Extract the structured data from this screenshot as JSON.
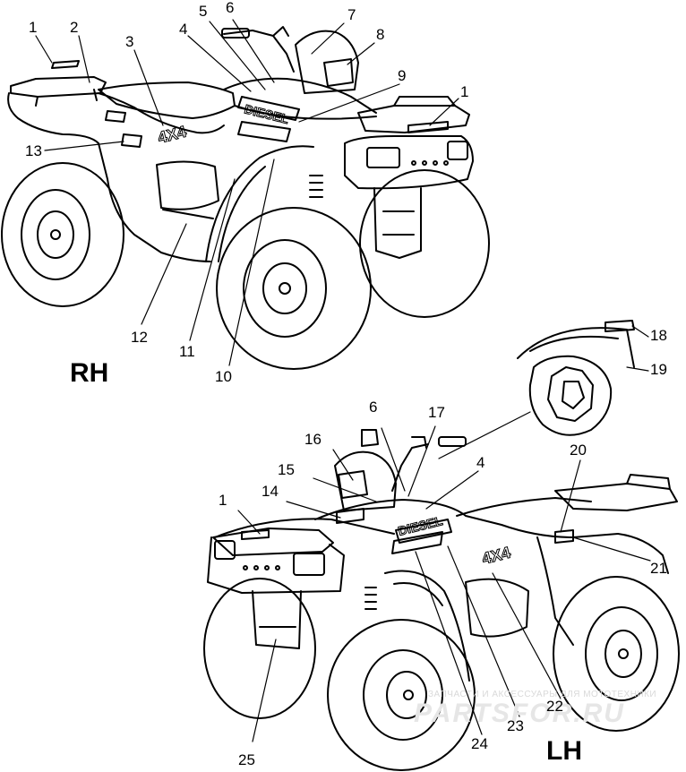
{
  "views": {
    "rh": {
      "label": "RH"
    },
    "lh": {
      "label": "LH"
    }
  },
  "decal_text": {
    "model_4x4": "4X4",
    "diesel": "DIESEL"
  },
  "watermark": {
    "line1": "ЗАПЧАСТИ И АКСЕССУАРЫ ДЛЯ МОТОТЕХНИКИ",
    "line2": "PARTSFOR.RU"
  },
  "callouts": {
    "rh": [
      "1",
      "2",
      "3",
      "4",
      "5",
      "6",
      "7",
      "8",
      "9",
      "1",
      "13",
      "12",
      "11",
      "10"
    ],
    "fender": [
      "18",
      "19"
    ],
    "lh": [
      "6",
      "17",
      "16",
      "15",
      "4",
      "14",
      "1",
      "20",
      "21",
      "22",
      "23",
      "24",
      "25"
    ]
  },
  "colors": {
    "line": "#000000",
    "paper": "#ffffff",
    "watermark": "#d9d9d9"
  }
}
